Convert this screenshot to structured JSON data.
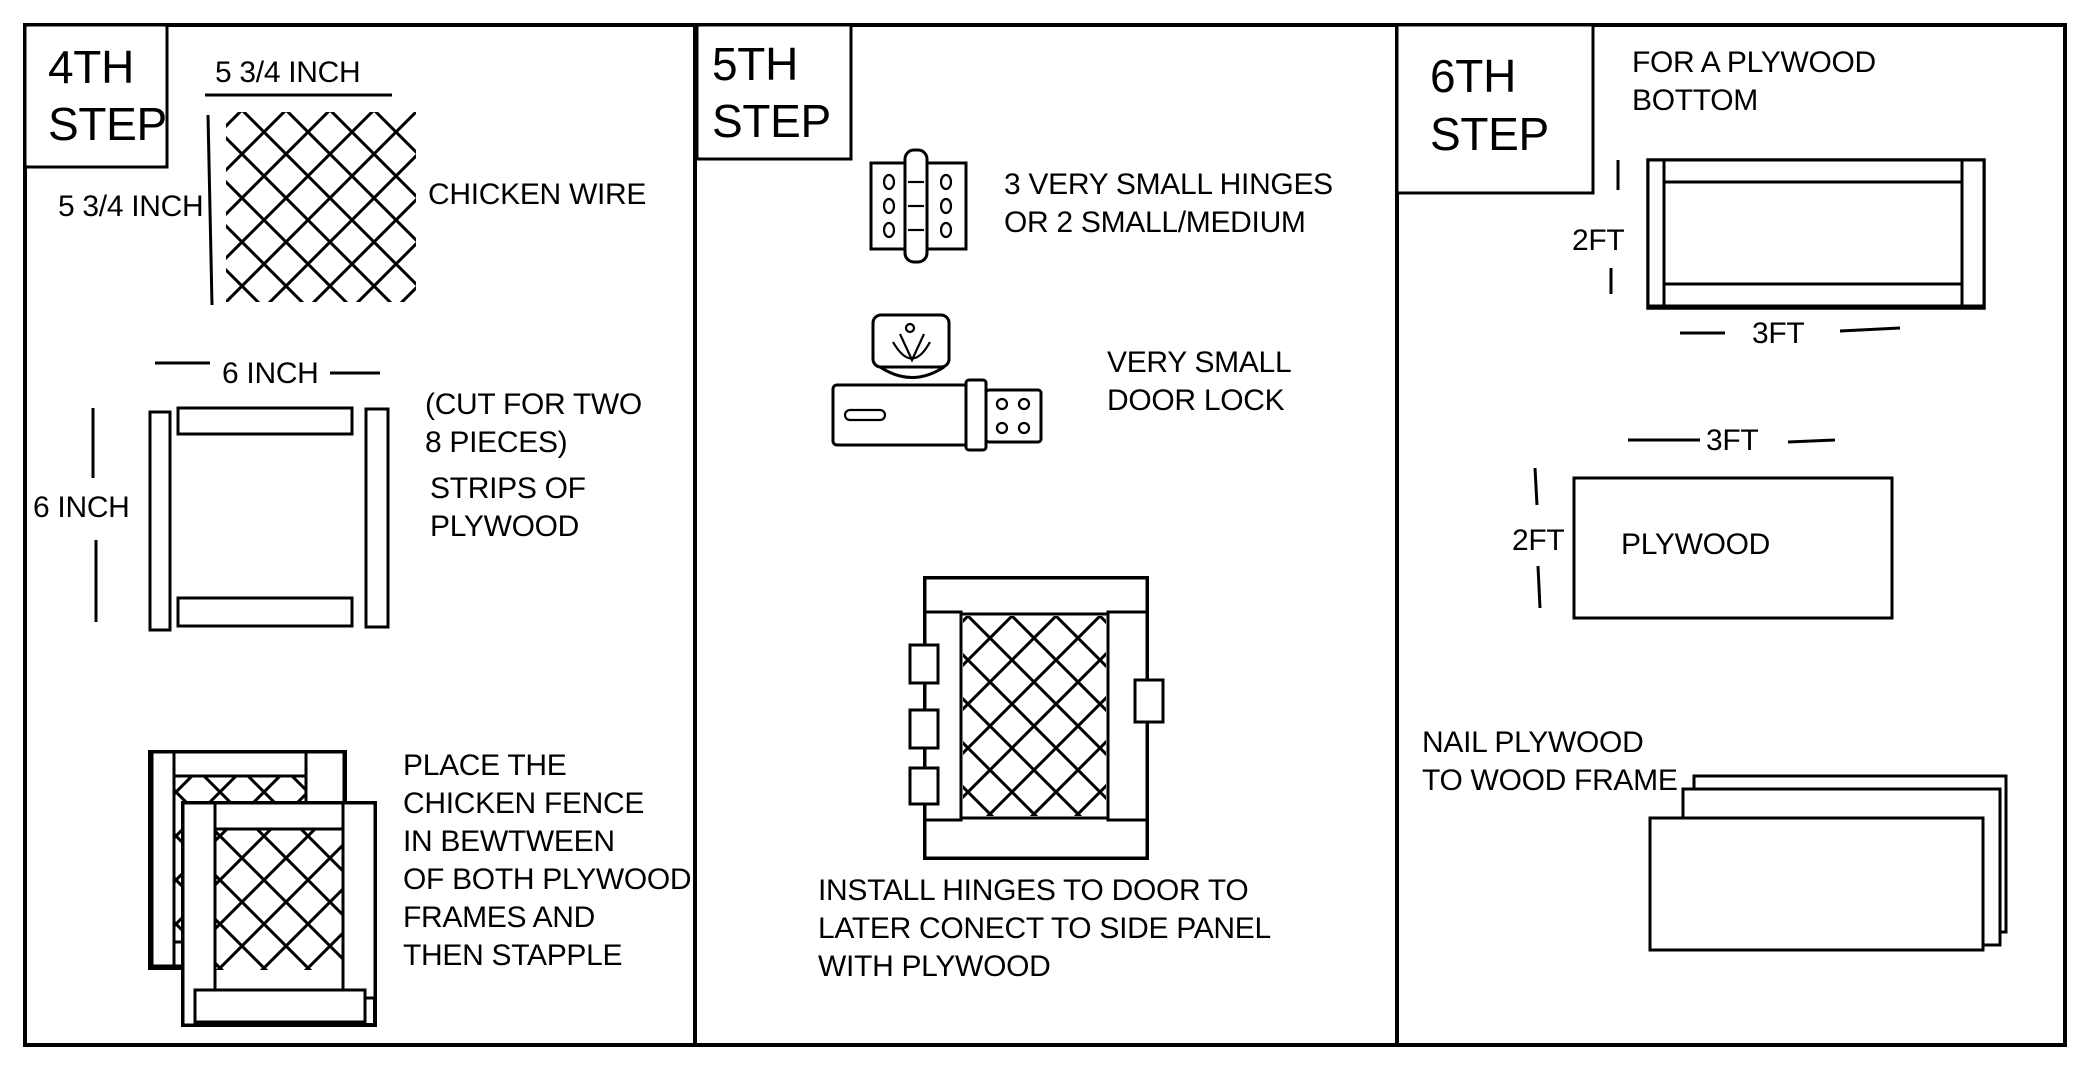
{
  "panels": {
    "step4": {
      "badge": [
        "4TH",
        "STEP"
      ],
      "wire_width": "5 3/4 INCH",
      "wire_height": "5 3/4 INCH",
      "wire_label": "CHICKEN WIRE",
      "frame_width": "6 INCH",
      "frame_height": "6 INCH",
      "strips_note": [
        "(CUT FOR TWO",
        "8 PIECES)"
      ],
      "strips_label": [
        "STRIPS OF",
        "PLYWOOD"
      ],
      "assemble_text": [
        "PLACE THE",
        "CHICKEN FENCE",
        "IN BEWTWEEN",
        "OF BOTH PLYWOOD",
        "FRAMES AND",
        "THEN STAPPLE"
      ]
    },
    "step5": {
      "badge": [
        "5TH",
        "STEP"
      ],
      "hinges_text": [
        "3 VERY SMALL HINGES",
        "OR 2 SMALL/MEDIUM"
      ],
      "lock_text": [
        "VERY SMALL",
        "DOOR LOCK"
      ],
      "install_text": [
        "INSTALL HINGES TO DOOR TO",
        "LATER CONECT TO SIDE PANEL",
        "WITH PLYWOOD"
      ]
    },
    "step6": {
      "badge": [
        "6TH",
        "STEP"
      ],
      "bottom_text": [
        "FOR A PLYWOOD",
        "BOTTOM"
      ],
      "frame_height": "2FT",
      "frame_width": "3FT",
      "sheet_width": "3FT",
      "sheet_height": "2FT",
      "sheet_label": "PLYWOOD",
      "nail_text": [
        "NAIL PLYWOOD",
        "TO WOOD FRAME"
      ]
    }
  }
}
